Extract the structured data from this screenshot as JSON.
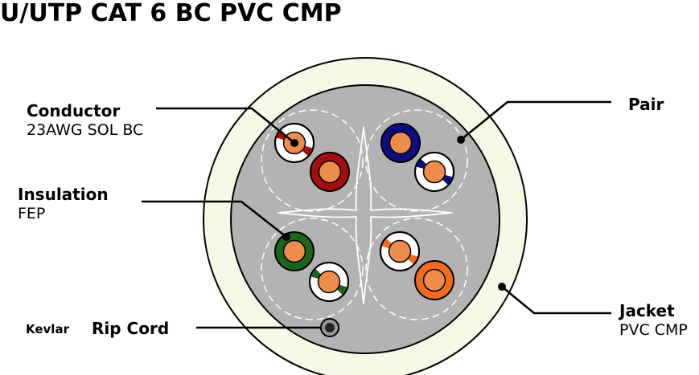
{
  "title": "U/UTP CAT 6 BC PVC CMP",
  "labels": {
    "conductor": {
      "name": "Conductor",
      "detail": "23AWG SOL BC"
    },
    "insulation": {
      "name": "Insulation",
      "detail": "FEP"
    },
    "kevlar": {
      "name": "Kevlar"
    },
    "rip_cord": {
      "name": "Rip Cord"
    },
    "pair": {
      "name": "Pair"
    },
    "jacket": {
      "name": "Jacket",
      "detail": "PVC CMP"
    }
  },
  "colors": {
    "jacket": "#f8f8e6",
    "core": "#b3b3b3",
    "copper": "#ee8c4c",
    "brown": "#a60d0d",
    "blue": "#0d0d80",
    "green": "#1a661a",
    "orange": "#f26b1d",
    "white": "#ffffff",
    "separator": "#ffffff"
  },
  "pairs": [
    {
      "name": "pair-brown",
      "color": "brown"
    },
    {
      "name": "pair-blue",
      "color": "blue"
    },
    {
      "name": "pair-green",
      "color": "green"
    },
    {
      "name": "pair-orange",
      "color": "orange"
    }
  ]
}
